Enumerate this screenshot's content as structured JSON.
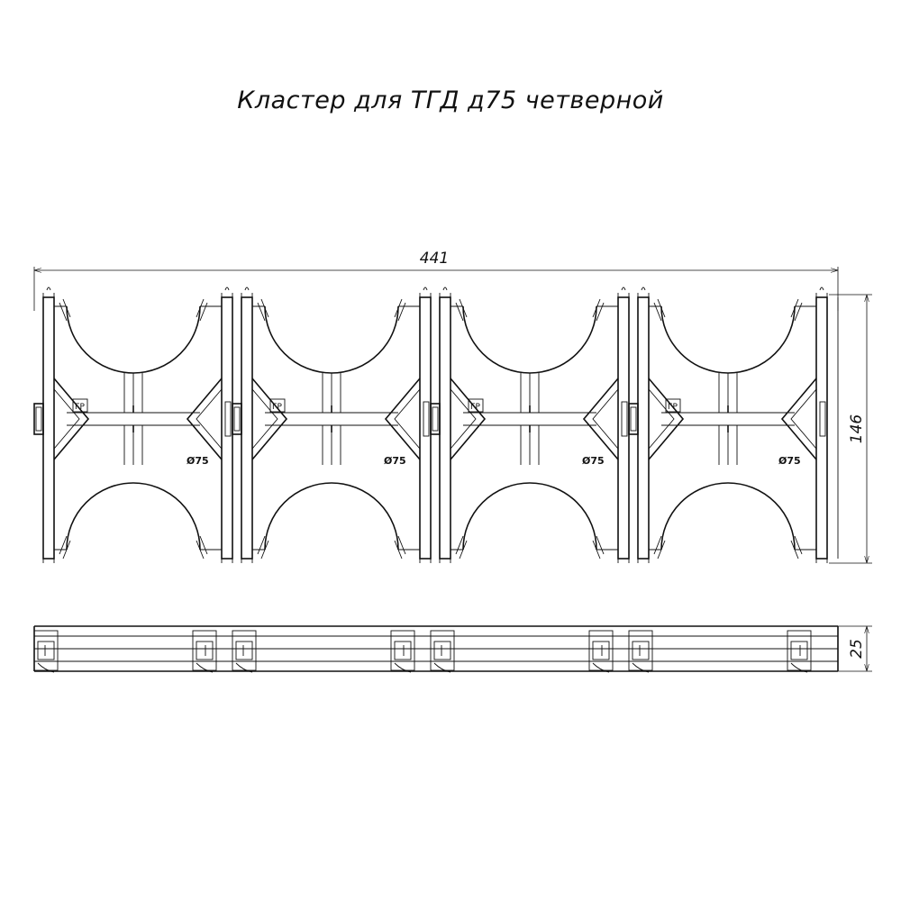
{
  "title": "Кластер для ТГД д75 четверной",
  "dimensions": {
    "width": "441",
    "height": "146",
    "thickness": "25"
  },
  "modules": [
    {
      "mark": "ГР",
      "diameter": "Ø75"
    },
    {
      "mark": "ГР",
      "diameter": "Ø75"
    },
    {
      "mark": "ГР",
      "diameter": "Ø75"
    },
    {
      "mark": "ГР",
      "diameter": "Ø75"
    }
  ]
}
